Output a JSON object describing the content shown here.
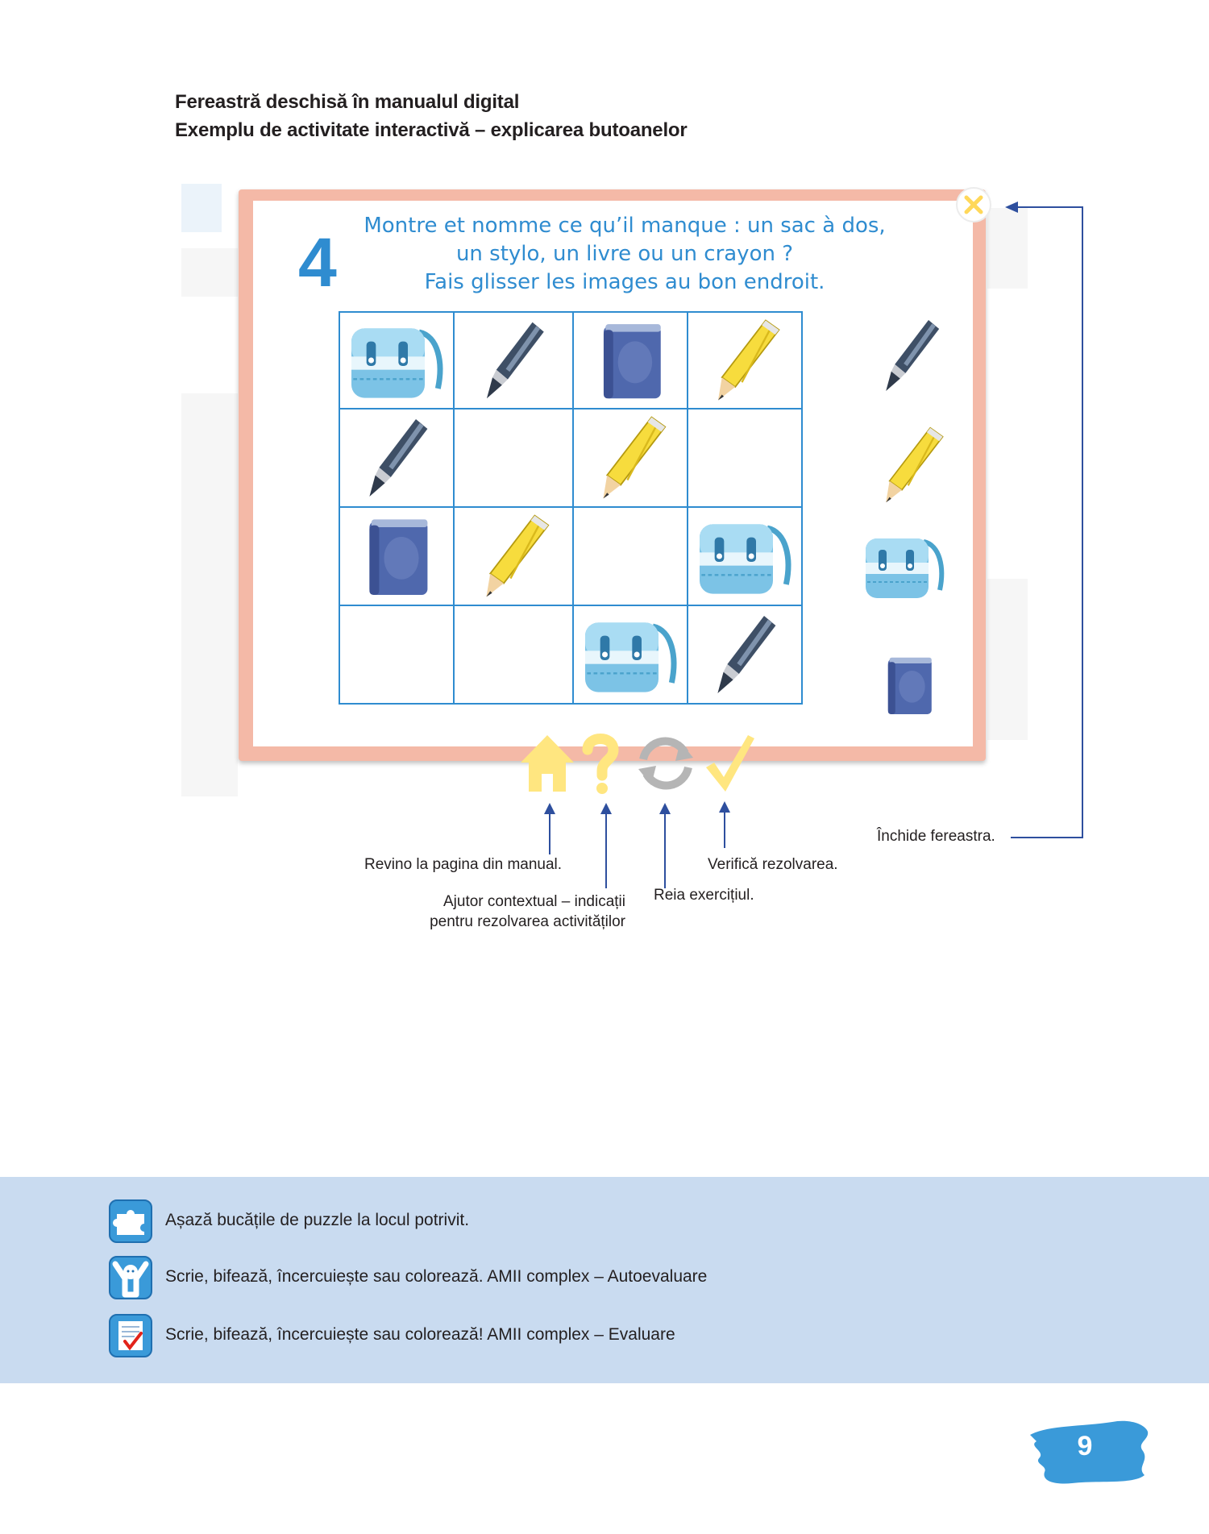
{
  "heading": {
    "line1": "Fereastră deschisă în manualul digital",
    "line2": "Exemplu de activitate interactivă – explicarea butoanelor"
  },
  "exercise": {
    "number": "4",
    "instruction_lines": [
      "Montre et nomme ce qu’il manque : un sac à dos,",
      "un stylo, un livre ou un crayon ?",
      "Fais glisser les images au bon endroit."
    ],
    "grid": [
      [
        "backpack",
        "pen",
        "book",
        "pencil"
      ],
      [
        "pen",
        "",
        "pencil",
        ""
      ],
      [
        "book",
        "pencil",
        "",
        "backpack"
      ],
      [
        "",
        "",
        "backpack",
        "pen"
      ]
    ],
    "draggable_items": [
      "pen",
      "pencil",
      "backpack",
      "book"
    ]
  },
  "toolbar": {
    "home_icon": "home-icon",
    "help_icon": "help-icon",
    "reset_icon": "reset-icon",
    "check_icon": "check-icon",
    "close_icon": "close-icon"
  },
  "captions": {
    "home": "Revino la pagina din manual.",
    "help_line1": "Ajutor contextual – indicații",
    "help_line2": "pentru rezolvarea activităților",
    "reset": "Reia exercițiul.",
    "check": "Verifică rezolvarea.",
    "close": "Închide fereastra."
  },
  "legend": [
    {
      "icon": "puzzle-icon",
      "text": "Așază bucățile de puzzle la locul potrivit."
    },
    {
      "icon": "self-assessment-icon",
      "text": "Scrie, bifează, încercuiește sau colorează. AMII complex – Autoevaluare"
    },
    {
      "icon": "evaluation-icon",
      "text": "Scrie, bifează, încercuiește sau colorează! AMII complex – Evaluare"
    }
  ],
  "page_number": "9",
  "colors": {
    "accent_blue": "#2f8cd0",
    "window_frame": "#f4b9a7",
    "tool_yellow": "#ffe680",
    "arrow_navy": "#2e4f9e",
    "legend_bg": "#c9dbf0"
  }
}
